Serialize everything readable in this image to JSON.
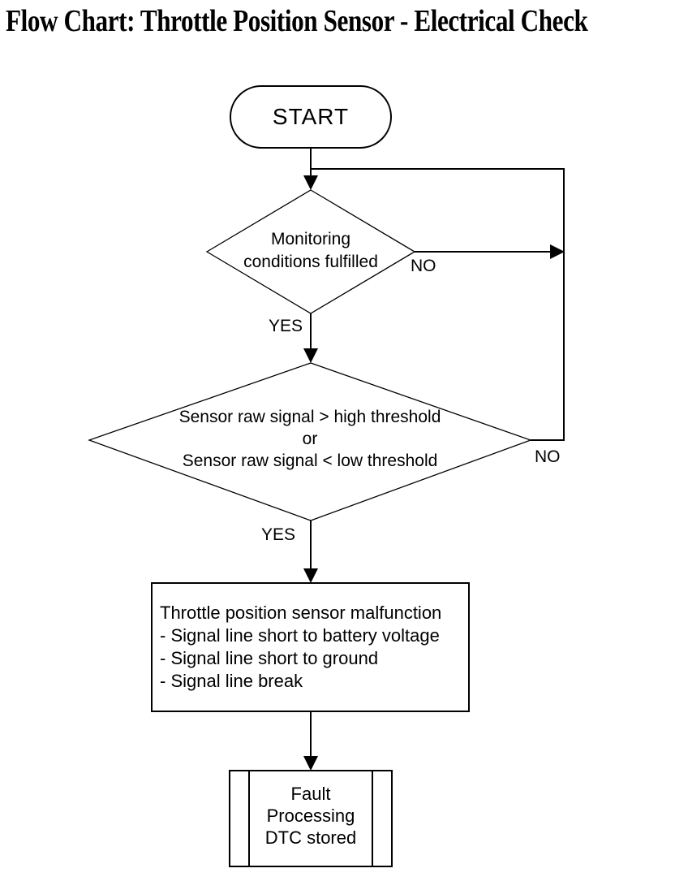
{
  "title": "Flow Chart: Throttle Position Sensor - Electrical Check",
  "colors": {
    "background": "#ffffff",
    "line": "#000000",
    "text": "#000000"
  },
  "flowchart": {
    "start": {
      "label": "START",
      "shape": "terminator-oval"
    },
    "decision1": {
      "shape": "diamond",
      "lines": [
        "Monitoring",
        "conditions fulfilled"
      ],
      "yes_label": "YES",
      "no_label": "NO"
    },
    "decision2": {
      "shape": "diamond",
      "lines": [
        "Sensor raw signal > high threshold",
        "or",
        "Sensor raw signal < low threshold"
      ],
      "yes_label": "YES",
      "no_label": "NO"
    },
    "process": {
      "shape": "rectangle",
      "lines": [
        "Throttle position sensor malfunction",
        "- Signal line short to battery voltage",
        "- Signal line short to ground",
        "- Signal line break"
      ]
    },
    "terminal": {
      "shape": "predefined-process",
      "lines": [
        "Fault",
        "Processing",
        "DTC stored"
      ]
    },
    "edges": [
      {
        "from": "start",
        "to": "decision1"
      },
      {
        "from": "decision1",
        "to": "decision2",
        "label": "YES"
      },
      {
        "from": "decision1",
        "to": "loop-return",
        "label": "NO"
      },
      {
        "from": "decision2",
        "to": "process",
        "label": "YES"
      },
      {
        "from": "decision2",
        "to": "loop-return",
        "label": "NO"
      },
      {
        "from": "process",
        "to": "terminal"
      }
    ]
  }
}
